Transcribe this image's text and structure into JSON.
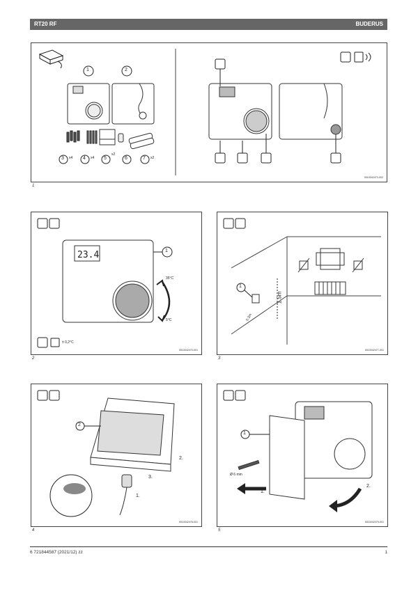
{
  "header": {
    "model": "RT20 RF",
    "brand": "BUDERUS"
  },
  "figure1": {
    "number": "1",
    "code": "0010042473-002",
    "callouts": [
      "1",
      "2",
      "3",
      "4",
      "5",
      "6",
      "7"
    ],
    "quantities": [
      "x4",
      "x4",
      "x2",
      "x2"
    ]
  },
  "figure2": {
    "number": "2",
    "code": "0010042470-001",
    "display": "23.4",
    "max_temp": "35°C",
    "min_temp": "5°C",
    "accuracy": "± 0,2°C",
    "callout": "1"
  },
  "figure3": {
    "number": "3",
    "code": "0010042477-001",
    "height": "1.5m",
    "distance": "0.3m",
    "callout": "1"
  },
  "figure4": {
    "number": "4",
    "code": "0010042478-001",
    "callout": "2",
    "steps": [
      "1.",
      "2.",
      "3."
    ]
  },
  "figure5": {
    "number": "5",
    "code": "0010042479-001",
    "callout": "1",
    "drill": "Ø 6 mm",
    "steps": [
      "1.",
      "2."
    ]
  },
  "footer": {
    "doc_number": "6 721844587 (2021/12) zz",
    "page": "1"
  }
}
